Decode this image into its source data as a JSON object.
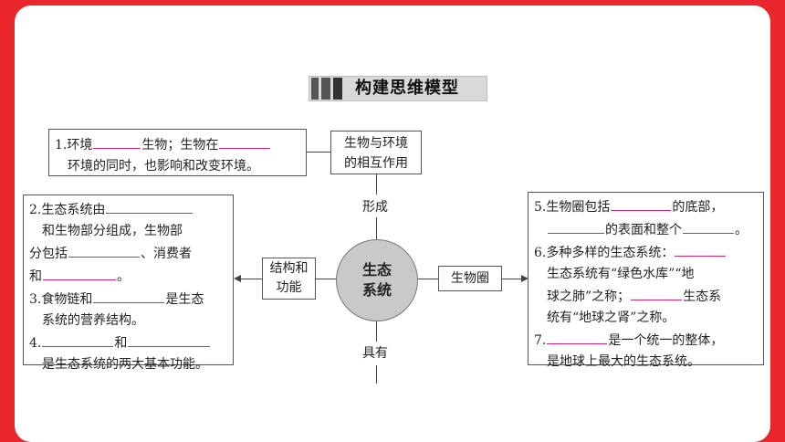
{
  "title": "构建思维模型",
  "center": {
    "line1": "生态",
    "line2": "系统"
  },
  "top_box": {
    "line1": "生物与环境",
    "line2": "的相互作用"
  },
  "left_node": {
    "line1": "结构和",
    "line2": "功能"
  },
  "right_node": "生物圈",
  "label_form": "形成",
  "label_have": "具有",
  "box1": {
    "l1a": "1.环境",
    "l1b": "生物；生物在",
    "l1c": "",
    "l2": "环境的同时，也影响和改变环境。"
  },
  "box2": {
    "l1": "2.生态系统由",
    "l2": "和生物部分组成，生物部",
    "l3a": "分包括",
    "l3b": "、消费者",
    "l4a": "和",
    "l4b": "。",
    "l5a": "3.食物链和",
    "l5b": "是生态",
    "l6": "系统的营养结构。",
    "l7a": "4.",
    "l7b": "和",
    "l8": "是生态系统的两大基本功能。"
  },
  "box3": {
    "l1a": "5.生物圈包括",
    "l1b": "的底部，",
    "l2a": "的表面和整个",
    "l2b": "。",
    "l3": "6.多种多样的生态系统：",
    "l4": "生态系统有“绿色水库”“地",
    "l5": "球之肺”之称；",
    "l5b": "生态系",
    "l6": "统有“地球之肾”之称。",
    "l7a": "7.",
    "l7b": "是一个统一的整体，",
    "l8": "是地球上最大的生态系统。"
  }
}
